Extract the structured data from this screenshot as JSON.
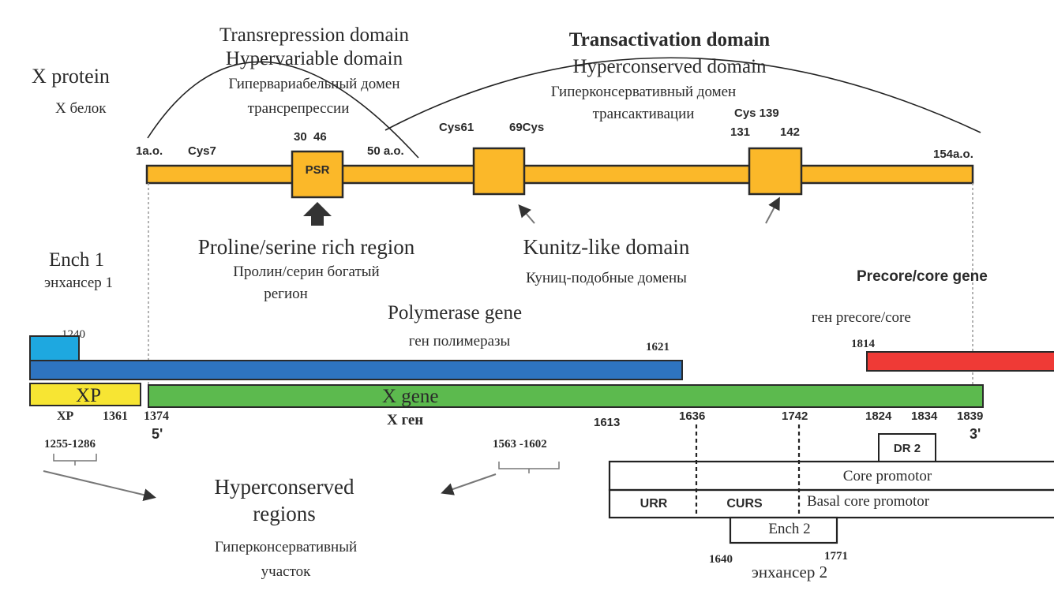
{
  "protein": {
    "title": "X protein",
    "title_ru": "X белок",
    "transrepression": {
      "line1": "Transrepression domain",
      "line2": "Hypervariable domain",
      "line3": "Гипервариабельный домен",
      "line4": "трансрепрессии"
    },
    "transactivation": {
      "line1": "Transactivation domain",
      "line2": "Hyperconserved domain",
      "line3": "Гиперконсервативный домен",
      "line4": "трансактивации"
    },
    "positions": {
      "start": "1a.o.",
      "cys7": "Cys7",
      "psr_range": "30  46",
      "mid": "50 a.o.",
      "cys61": "Cys61",
      "cys69": "69Cys",
      "cys139": "Cys 139",
      "p131": "131",
      "p142": "142",
      "end": "154a.o."
    },
    "psr_label": "PSR",
    "proline": {
      "line1": "Proline/serine rich region",
      "line2": "Пролин/серин богатый",
      "line3": "регион"
    },
    "kunitz": {
      "line1": "Kunitz-like domain",
      "line2": "Куниц-подобные домены"
    }
  },
  "genome": {
    "ench1": {
      "label": "Ench 1",
      "label_ru": "энхансер 1",
      "end": "1240"
    },
    "polymerase": {
      "label": "Polymerase gene",
      "label_ru": "ген полимеразы",
      "end": "1621"
    },
    "precore": {
      "label": "Precore/core gene",
      "label_ru": "ген precore/core",
      "start": "1814"
    },
    "xp": {
      "label": "XP",
      "label_below": "XP",
      "end": "1361"
    },
    "xgene": {
      "label": "X gene",
      "label_ru": "X ген",
      "start": "1374",
      "five_prime": "5'",
      "three_prime": "3'"
    },
    "ticks": {
      "t1613": "1613",
      "t1636": "1636",
      "t1742": "1742",
      "t1824": "1824",
      "t1834": "1834",
      "t1839": "1839"
    },
    "dr2": "DR 2",
    "core_promotor": "Core promotor",
    "urr": "URR",
    "curs": "CURS",
    "basal": "Basal core promotor",
    "ench2": {
      "label": "Ench 2",
      "start": "1640",
      "end": "1771",
      "label_ru": "энхансер 2"
    },
    "hyper": {
      "range1": "1255-1286",
      "range2": "1563 -1602",
      "line1": "Hyperconserved",
      "line2": "regions",
      "line3": "Гиперконсервативный",
      "line4": "участок"
    }
  },
  "colors": {
    "protein_bar": "#fbb829",
    "ench1": "#1ea8e0",
    "polymerase": "#2e74c0",
    "precore": "#ef3a36",
    "xp": "#f7e533",
    "xgene": "#5cba4e",
    "outline": "#2a2a2a"
  }
}
